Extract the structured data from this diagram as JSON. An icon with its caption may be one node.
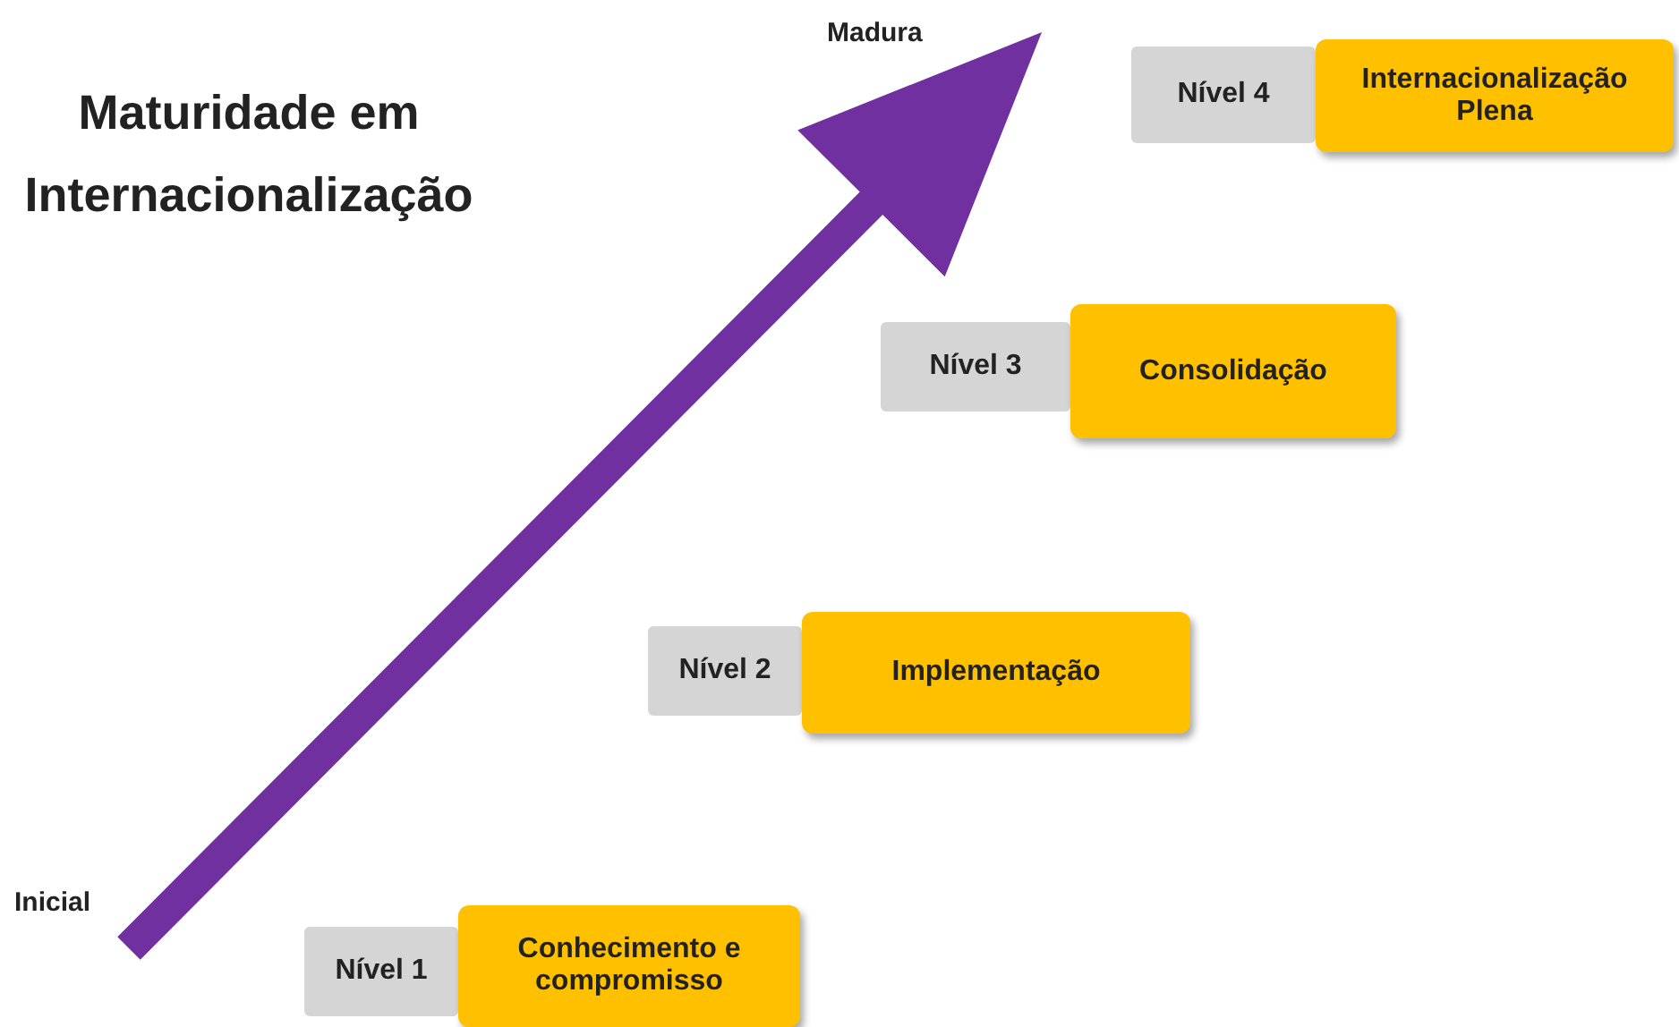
{
  "diagram": {
    "title": "Maturidade em Internacionalização",
    "nodes": [
      {
        "text": [
          "Nível 4"
        ]
      },
      {
        "text": [
          "Internacionalização Plena"
        ]
      },
      {
        "text": [
          "Nível 3"
        ]
      },
      {
        "text": [
          "Consolidação"
        ]
      },
      {
        "text": [
          "Nível 2"
        ]
      },
      {
        "text": [
          "Implementação"
        ]
      },
      {
        "text": [
          "Nível 1"
        ]
      },
      {
        "text": [
          "Conhecimento e compromisso"
        ]
      }
    ],
    "labels": [
      "Madura",
      "Inicial"
    ]
  }
}
